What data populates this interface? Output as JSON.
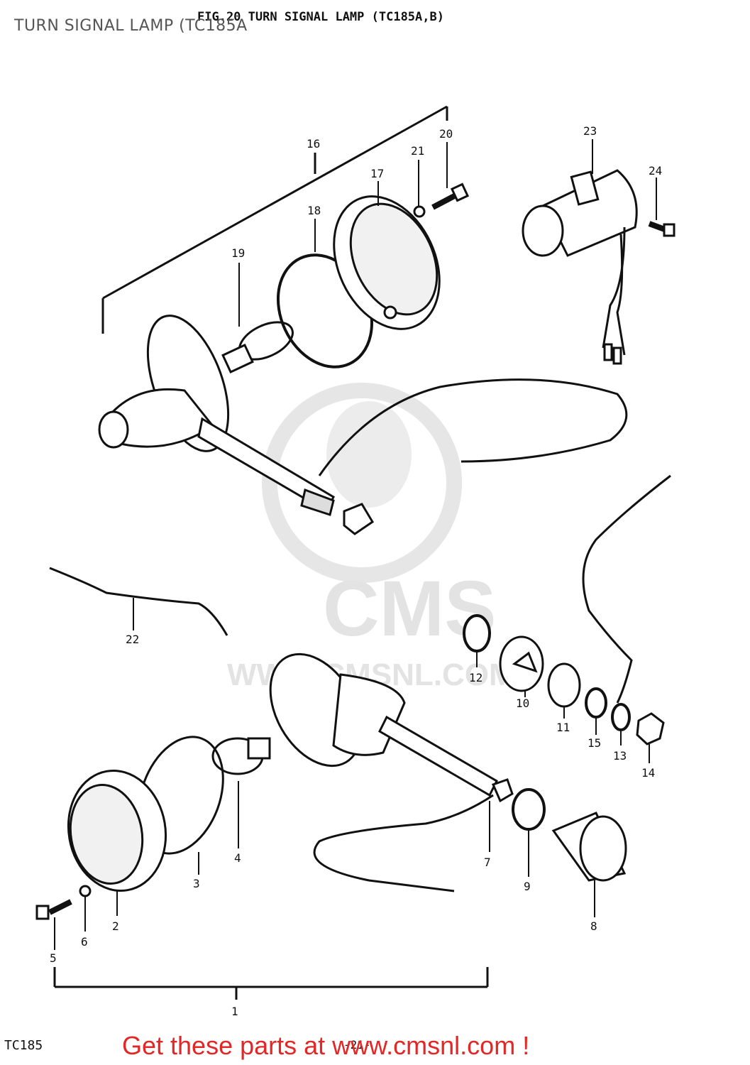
{
  "overlay_title": "TURN SIGNAL LAMP (TC185A",
  "figure_title": "FIG.20  TURN SIGNAL LAMP (TC185A,B)",
  "model_code": "TC185",
  "page_number": "-21-",
  "watermark": {
    "brand": "CMS",
    "url": "WWW.CMSNL.COM"
  },
  "call_to_action": "Get these parts at www.cmsnl.com !",
  "colors": {
    "cta": "#e32626",
    "line": "#111111",
    "watermark": "#e3e3e3"
  },
  "callouts": [
    "1",
    "2",
    "3",
    "4",
    "5",
    "6",
    "7",
    "8",
    "9",
    "10",
    "11",
    "12",
    "13",
    "14",
    "15",
    "16",
    "17",
    "18",
    "19",
    "20",
    "21",
    "22",
    "23",
    "24"
  ]
}
